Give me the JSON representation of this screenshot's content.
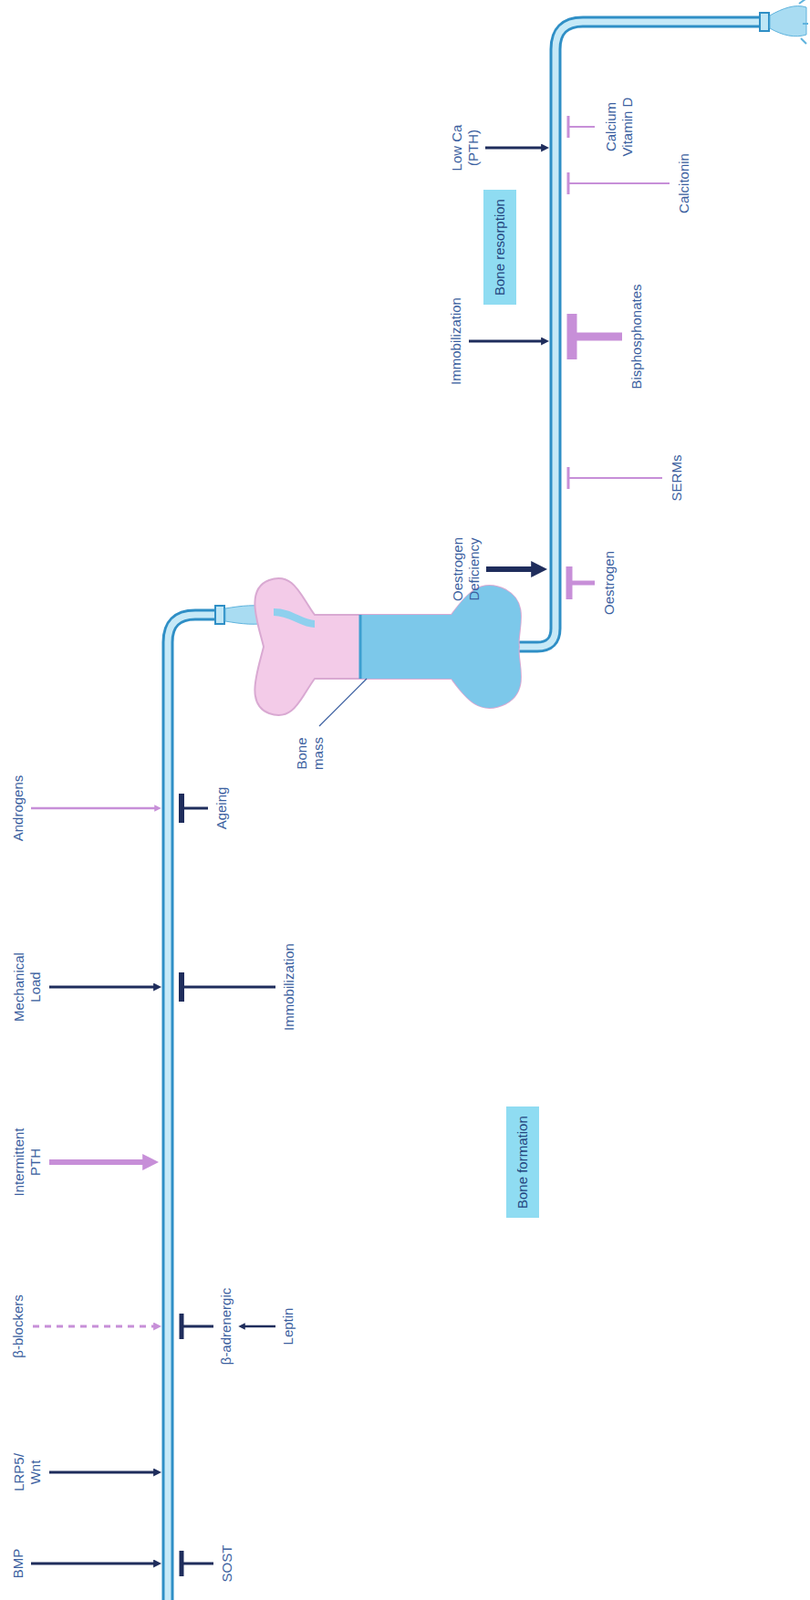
{
  "diagram": {
    "nodes": [
      {
        "text": [
          "Bone formation"
        ]
      },
      {
        "text": [
          "Bone resorption"
        ]
      }
    ],
    "labels": [
      "BMP",
      "LRP5/ Wnt",
      "β-blockers",
      "Intermittent PTH",
      "Mechanical Load",
      "Androgens",
      "SOST",
      "β-adrenergic",
      "Leptin",
      "Immobilization",
      "Ageing",
      "Bone mass",
      "Oestrogen Deficiency",
      "Immobilization",
      "Low Ca (PTH)",
      "Oestrogen",
      "SERMs",
      "Bisphosphonates",
      "Calcitonin",
      "Calcium Vitamin D"
    ]
  }
}
